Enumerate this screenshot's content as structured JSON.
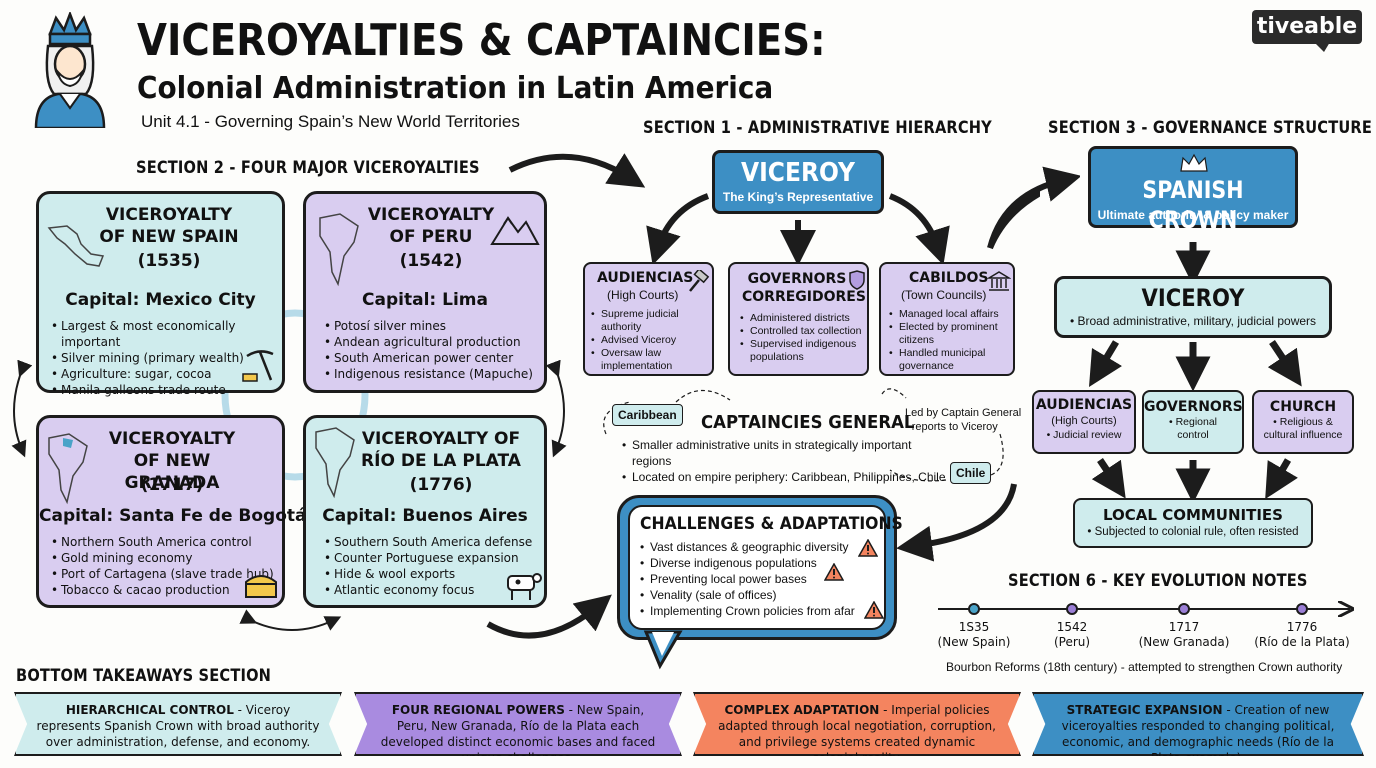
{
  "header": {
    "title": "VICEROYALTIES & CAPTAINCIES:",
    "subtitle": "Colonial Administration in Latin America",
    "unit": "Unit 4.1 - Governing Spain’s New World Territories",
    "logo": "tiveable"
  },
  "section2": {
    "heading": "SECTION 2 - FOUR MAJOR VICEROYALTIES",
    "viceroyalties": [
      {
        "title": "VICEROYALTY OF NEW SPAIN",
        "year": "(1535)",
        "capital": "Capital: Mexico City",
        "points": [
          "Largest & most economically important",
          "Silver mining (primary wealth)",
          "Agriculture: sugar, cocoa",
          "Manila galleons trade route"
        ],
        "icon": "pickaxe-icon"
      },
      {
        "title": "VICEROYALTY OF PERU",
        "year": "(1542)",
        "capital": "Capital: Lima",
        "points": [
          "Potosí silver mines",
          "Andean agricultural production",
          "South American power center",
          "Indigenous resistance (Mapuche)"
        ],
        "icon": "mountain-icon"
      },
      {
        "title": "VICEROYALTY OF NEW GRANADA",
        "year": "(1717)",
        "capital": "Capital: Santa Fe de Bogotá",
        "points": [
          "Northern South America control",
          "Gold mining economy",
          "Port of Cartagena (slave trade hub)",
          "Tobacco & cacao production"
        ],
        "icon": "treasure-chest-icon"
      },
      {
        "title": "VICEROYALTY OF RÍO DE LA PLATA",
        "year": "(1776)",
        "capital": "Capital: Buenos Aires",
        "points": [
          "Southern South America defense",
          "Counter Portuguese expansion",
          "Hide & wool exports",
          "Atlantic economy focus"
        ],
        "icon": "cow-icon"
      }
    ]
  },
  "section1": {
    "heading": "SECTION 1 - ADMINISTRATIVE HIERARCHY",
    "viceroy": {
      "title": "VICEROY",
      "sub": "The King’s Representative"
    },
    "boxes": [
      {
        "title": "AUDIENCIAS",
        "sub": "(High Courts)",
        "points": [
          "Supreme judicial authority",
          "Advised Viceroy",
          "Oversaw law implementation"
        ],
        "icon": "gavel-icon"
      },
      {
        "title": "GOVERNORS / CORREGIDORES",
        "sub": "",
        "points": [
          "Administered districts",
          "Controlled tax collection",
          "Supervised indigenous populations"
        ],
        "icon": "shield-icon"
      },
      {
        "title": "CABILDOS",
        "sub": "(Town Councils)",
        "points": [
          "Managed local affairs",
          "Elected by prominent citizens",
          "Handled municipal governance"
        ],
        "icon": "building-icon"
      }
    ]
  },
  "captaincies": {
    "title": "CAPTAINCIES GENERAL",
    "points": [
      "Smaller administrative units in strategically important regions",
      "Located on empire periphery: Caribbean, Philippines, Chile"
    ],
    "tag_caribbean": "Caribbean",
    "tag_chile": "Chile",
    "note": "Led by Captain General - reports to Viceroy"
  },
  "challenges": {
    "title": "CHALLENGES & ADAPTATIONS",
    "points": [
      "Vast distances & geographic diversity",
      "Diverse indigenous populations",
      "Preventing local power bases",
      "Venality (sale of offices)",
      "Implementing Crown policies from afar"
    ]
  },
  "section3": {
    "heading": "SECTION 3 - GOVERNANCE STRUCTURE",
    "crown": {
      "title": "SPANISH CROWN",
      "sub": "Ultimate authority & policy maker"
    },
    "viceroy": {
      "title": "VICEROY",
      "sub": "Broad administrative, military, judicial powers"
    },
    "audiencias": {
      "title": "AUDIENCIAS",
      "sub": "(High Courts)",
      "point": "Judicial review"
    },
    "governors": {
      "title": "GOVERNORS",
      "point": "Regional control"
    },
    "church": {
      "title": "CHURCH",
      "point": "Religious & cultural influence"
    },
    "local": {
      "title": "LOCAL COMMUNITIES",
      "point": "Subjected to colonial rule, often resisted"
    }
  },
  "section6": {
    "heading": "SECTION 6 - KEY EVOLUTION NOTES",
    "timeline": [
      {
        "year": "1S35",
        "label": "(New Spain)",
        "color": "#4aa3c8"
      },
      {
        "year": "1542",
        "label": "(Peru)",
        "color": "#9b7fd6"
      },
      {
        "year": "1717",
        "label": "(New Granada)",
        "color": "#9b7fd6"
      },
      {
        "year": "1776",
        "label": "(Río de la Plata)",
        "color": "#9b7fd6"
      }
    ],
    "note": "Bourbon Reforms (18th century) - attempted to strengthen Crown authority"
  },
  "takeaways": {
    "heading": "BOTTOM TAKEAWAYS SECTION",
    "items": [
      {
        "bold": "HIERARCHICAL CONTROL",
        "text": " - Viceroy represents Spanish Crown with broad authority over administration, defense, and economy.",
        "color": "#cfeced"
      },
      {
        "bold": "FOUR REGIONAL POWERS",
        "text": " - New Spain, Peru, New Granada, Río de la Plata each developed distinct economic bases and faced unique challenges.",
        "color": "#a98be0"
      },
      {
        "bold": "COMPLEX ADAPTATION",
        "text": " - Imperial policies adapted through local negotiation, corruption, and privilege systems created dynamic colonial reality.",
        "color": "#f4845f"
      },
      {
        "bold": "STRATEGIC EXPANSION",
        "text": " - Creation of new viceroyalties responded to changing political, economic, and demographic needs (Río de la Plata example).",
        "color": "#3d8fc4"
      }
    ]
  }
}
